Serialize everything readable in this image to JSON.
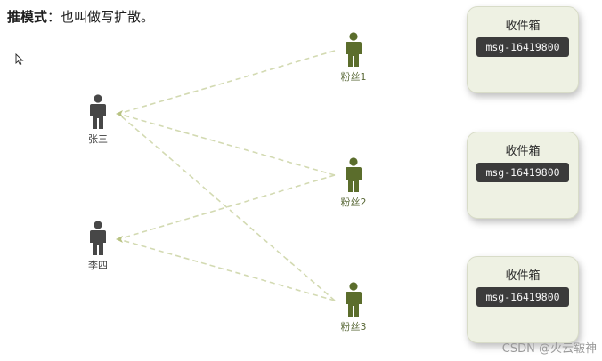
{
  "header": {
    "bold": "推模式",
    "rest": "：也叫做写扩散。"
  },
  "colors": {
    "link": "#d3dab2",
    "arrow": "#b9c383",
    "follower_fill": "#5b6d2c",
    "author_fill": "#474747",
    "inbox_bg": "#eef1e3",
    "msg_bg": "#3b3b3b"
  },
  "authors": [
    {
      "id": "a1",
      "name": "张三",
      "icon": "person-icon"
    },
    {
      "id": "a2",
      "name": "李四",
      "icon": "person-icon"
    }
  ],
  "followers": [
    {
      "id": "f1",
      "name": "粉丝1",
      "icon": "person-icon"
    },
    {
      "id": "f2",
      "name": "粉丝2",
      "icon": "person-icon"
    },
    {
      "id": "f3",
      "name": "粉丝3",
      "icon": "person-icon"
    }
  ],
  "links": [
    {
      "from": "f1",
      "to": "a1"
    },
    {
      "from": "f2",
      "to": "a1"
    },
    {
      "from": "f3",
      "to": "a1"
    },
    {
      "from": "f2",
      "to": "a2"
    },
    {
      "from": "f3",
      "to": "a2"
    }
  ],
  "inboxes": [
    {
      "owner": "f1",
      "title": "收件箱",
      "message": "msg-16419800"
    },
    {
      "owner": "f2",
      "title": "收件箱",
      "message": "msg-16419800"
    },
    {
      "owner": "f3",
      "title": "收件箱",
      "message": "msg-16419800"
    }
  ],
  "watermark": "CSDN @火云皲神",
  "cursor_icon": "mouse-pointer-icon"
}
